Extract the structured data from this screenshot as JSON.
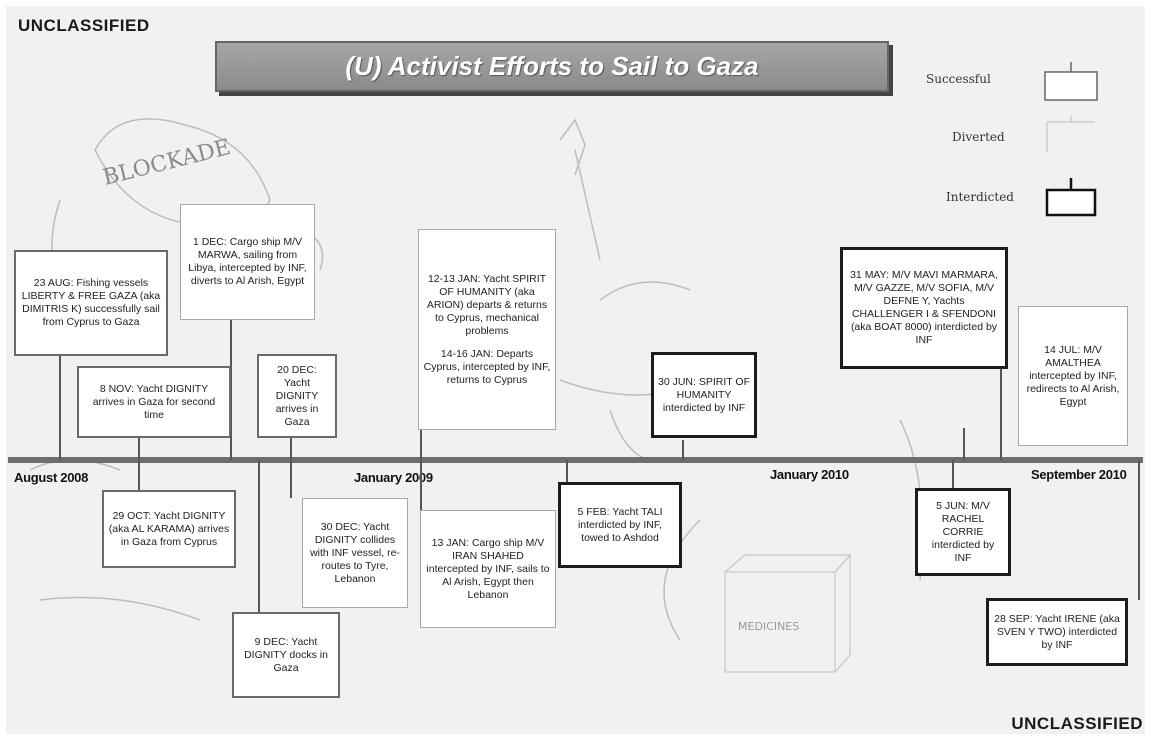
{
  "classification": {
    "top": "UNCLASSIFIED",
    "bottom": "UNCLASSIFIED"
  },
  "title": "(U) Activist Efforts to Sail to Gaza",
  "sketch_text": "BLOCKADE",
  "sketch_crate_text": "MEDICINES",
  "legend": [
    {
      "label": "Successful",
      "style": "successful"
    },
    {
      "label": "Diverted",
      "style": "diverted"
    },
    {
      "label": "Interdicted",
      "style": "interdicted"
    }
  ],
  "timeline": {
    "labels": [
      "August 2008",
      "January 2009",
      "January 2010",
      "September 2010"
    ]
  },
  "events": [
    {
      "id": "aug23",
      "text": "23 AUG: Fishing vessels LIBERTY & FREE GAZA (aka DIMITRIS K) successfully sail from Cyprus to Gaza"
    },
    {
      "id": "oct29",
      "text": "29 OCT: Yacht DIGNITY (aka AL KARAMA) arrives in Gaza from Cyprus"
    },
    {
      "id": "nov8",
      "text": "8 NOV: Yacht DIGNITY arrives in Gaza for second time"
    },
    {
      "id": "dec1",
      "text": "1 DEC: Cargo ship M/V MARWA, sailing from Libya, intercepted by INF, diverts to Al Arish, Egypt"
    },
    {
      "id": "dec9",
      "text": "9 DEC: Yacht DIGNITY docks in Gaza"
    },
    {
      "id": "dec20",
      "text": "20 DEC: Yacht DIGNITY arrives in Gaza"
    },
    {
      "id": "dec30",
      "text": "30 DEC: Yacht DIGNITY collides with INF vessel, re-routes to Tyre, Lebanon"
    },
    {
      "id": "jan12",
      "text": "12-13 JAN: Yacht SPIRIT OF HUMANITY (aka ARION) departs & returns to Cyprus, mechanical problems",
      "text2": "14-16 JAN: Departs Cyprus, intercepted by INF, returns to Cyprus"
    },
    {
      "id": "jan13",
      "text": "13 JAN: Cargo ship M/V IRAN SHAHED intercepted by INF, sails to Al Arish, Egypt then Lebanon"
    },
    {
      "id": "feb5",
      "text": "5 FEB: Yacht TALI interdicted by INF, towed to Ashdod"
    },
    {
      "id": "jun30",
      "text": "30 JUN: SPIRIT OF HUMANITY interdicted by INF"
    },
    {
      "id": "may31",
      "text": "31 MAY: M/V MAVI MARMARA, M/V GAZZE, M/V SOFIA, M/V DEFNE Y, Yachts CHALLENGER I & SFENDONI (aka BOAT 8000) interdicted by INF"
    },
    {
      "id": "jun5",
      "text": "5 JUN: M/V RACHEL CORRIE interdicted by INF"
    },
    {
      "id": "jul14",
      "text": "14 JUL: M/V AMALTHEA intercepted by INF, redirects to Al Arish, Egypt"
    },
    {
      "id": "sep28",
      "text": "28 SEP: Yacht IRENE (aka SVEN Y TWO) interdicted by INF"
    }
  ]
}
